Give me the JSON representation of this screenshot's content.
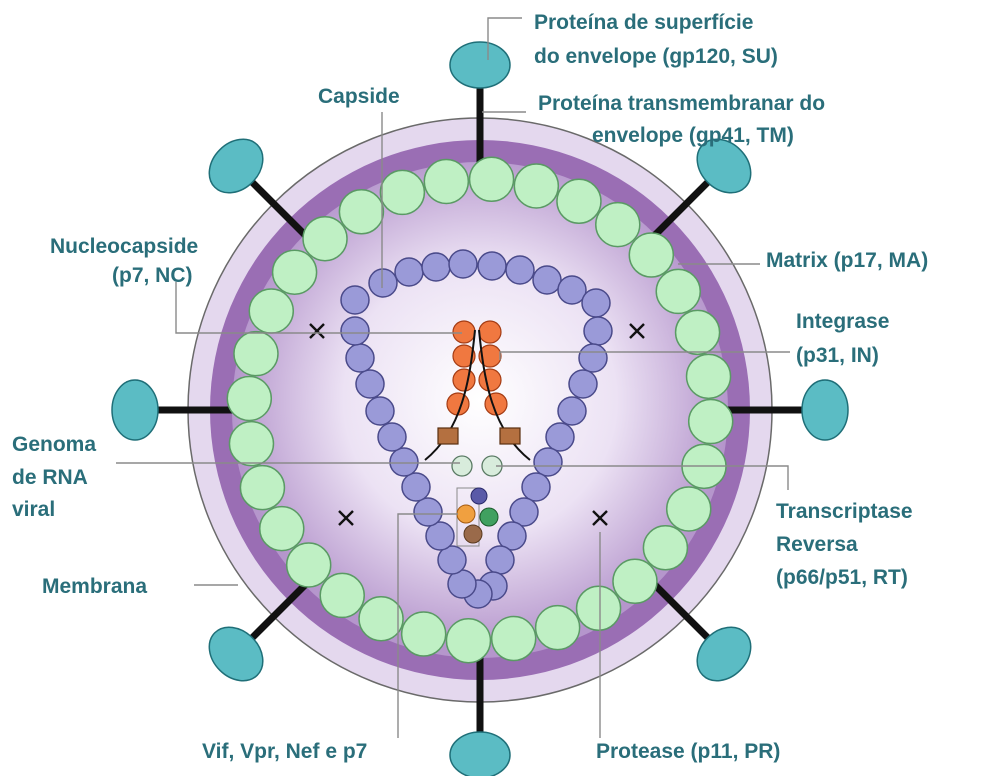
{
  "labels": {
    "surface_protein": [
      "Proteína de superfície",
      "do envelope (gp120, SU)"
    ],
    "transmembrane_protein": [
      "Proteína transmembranar do",
      "envelope (gp41, TM)"
    ],
    "capsid": "Capside",
    "nucleocapsid": [
      "Nucleocapside",
      "(p7, NC)"
    ],
    "matrix": "Matrix (p17, MA)",
    "integrase": [
      "Integrase",
      "(p31, IN)"
    ],
    "rna_genome": [
      "Genoma",
      "de RNA",
      "viral"
    ],
    "reverse_transcriptase": [
      "Transcriptase",
      "Reversa",
      "(p66/p51, RT)"
    ],
    "membrane": "Membrana",
    "accessory_proteins": "Vif, Vpr, Nef e p7",
    "protease": "Protease (p11, PR)"
  },
  "colors": {
    "label_text": "#2a6e7a",
    "envelope_outer": "#e4d8ee",
    "membrane_band": "#9a6eb4",
    "matrix_beads": "#bff0c4",
    "capsid_beads": "#9a9ad8",
    "integrase_beads": "#f07840",
    "glycoprotein_knobs": "#5bbcc4",
    "spikes": "#111111"
  }
}
